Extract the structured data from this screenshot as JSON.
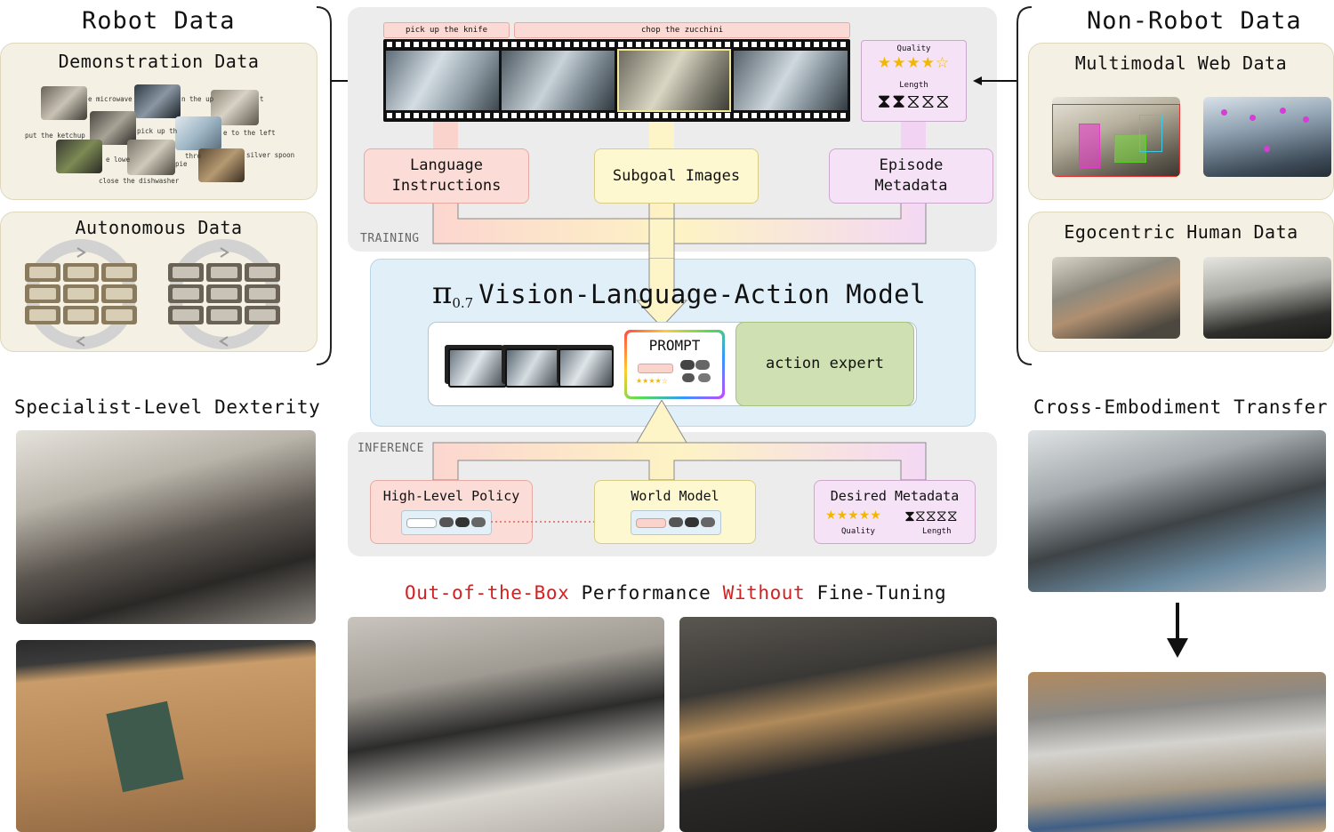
{
  "left": {
    "title": "Robot Data",
    "demonstration": {
      "title": "Demonstration Data",
      "labels": [
        "e microwave",
        "n the up",
        "t",
        "put the ketchup",
        "pick up th",
        "e to the left",
        "e lowe",
        "pie",
        "thro",
        "silver spoon",
        "close the dishwasher"
      ]
    },
    "autonomous": {
      "title": "Autonomous Data"
    }
  },
  "right": {
    "title": "Non-Robot Data",
    "multimodal": {
      "title": "Multimodal Web Data"
    },
    "egocentric": {
      "title": "Egocentric Human Data"
    }
  },
  "training": {
    "label": "TRAINING",
    "tags": [
      "pick up the knife",
      "chop the zucchini"
    ],
    "quality_label": "Quality",
    "length_label": "Length",
    "quality_stars": 4,
    "quality_max": 5,
    "length_glyphs": "⧗⧗⧖⧖⧖",
    "boxes": {
      "language": "Language Instructions",
      "subgoal": "Subgoal Images",
      "episode": "Episode Metadata"
    }
  },
  "model": {
    "pi": "π",
    "version": "0.7",
    "title": "Vision-Language-Action Model",
    "prompt": "PROMPT",
    "action_expert": "action expert"
  },
  "inference": {
    "label": "INFERENCE",
    "high_level": "High-Level Policy",
    "world_model": "World Model",
    "desired": "Desired Metadata",
    "quality_label": "Quality",
    "length_label": "Length",
    "quality_stars": 5,
    "length_glyphs": "⧗⧖⧖⧖⧖"
  },
  "bottom": {
    "left_title": "Specialist-Level Dexterity",
    "right_title": "Cross-Embodiment Transfer",
    "center_part1": "Out-of-the-Box",
    "center_part2": "Performance",
    "center_part3": "Without",
    "center_part4": "Fine-Tuning"
  },
  "colors": {
    "accent_red": "#d42020",
    "pink_box": "#fcdcd6",
    "yellow_box": "#fdf8cf",
    "purple_box": "#f6e2f6",
    "blue_panel": "#e1eff8",
    "green_box": "#cfe0b2",
    "cream_panel": "#f4f0e3"
  }
}
